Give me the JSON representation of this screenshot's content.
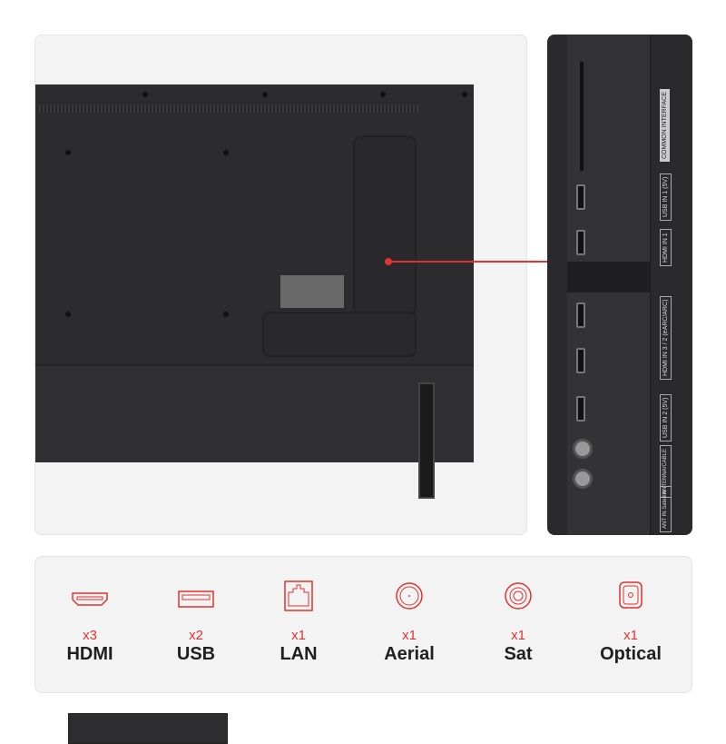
{
  "accent_color": "#e2322f",
  "panel_labels": [
    "COMMON INTERFACE",
    "USB IN 1 (5V)",
    "HDMI IN 1",
    "HDMI IN 3 / 2 (eARC/ARC)",
    "USB IN 2 (5V)",
    "ANTENNA/CABLE",
    "ANT IN Satellite"
  ],
  "ports": [
    {
      "icon": "hdmi-icon",
      "count": "x3",
      "label": "HDMI"
    },
    {
      "icon": "usb-icon",
      "count": "x2",
      "label": "USB"
    },
    {
      "icon": "lan-icon",
      "count": "x1",
      "label": "LAN"
    },
    {
      "icon": "aerial-icon",
      "count": "x1",
      "label": "Aerial"
    },
    {
      "icon": "sat-icon",
      "count": "x1",
      "label": "Sat"
    },
    {
      "icon": "optical-icon",
      "count": "x1",
      "label": "Optical"
    }
  ]
}
